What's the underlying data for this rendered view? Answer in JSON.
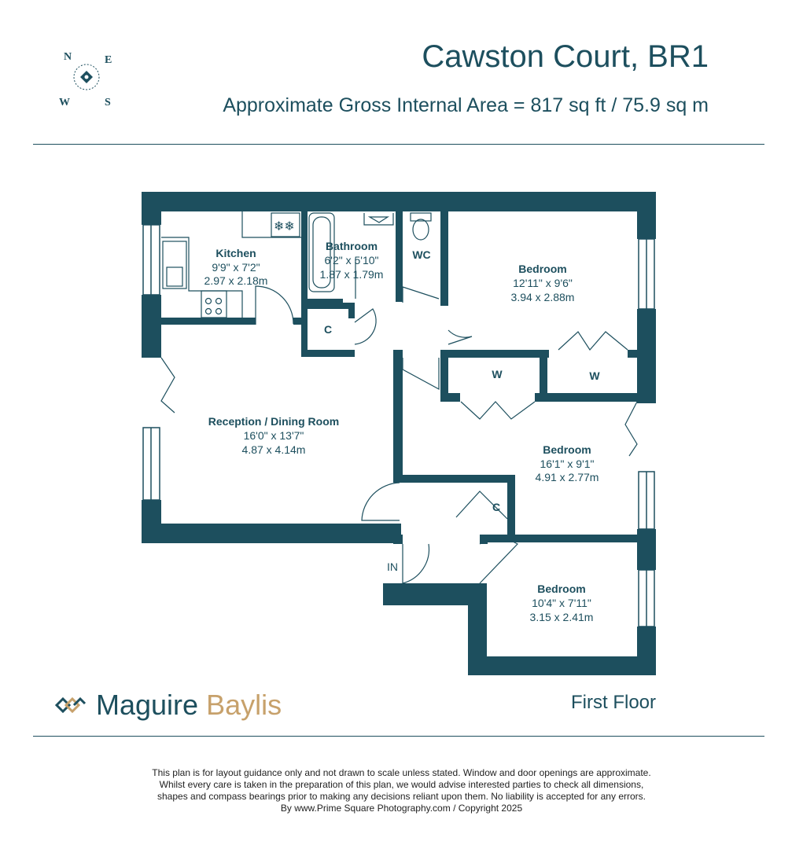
{
  "header": {
    "title": "Cawston Court, BR1",
    "subtitle": "Approximate Gross Internal Area = 817 sq ft / 75.9 sq m"
  },
  "compass": {
    "n": "N",
    "e": "E",
    "s": "S",
    "w": "W"
  },
  "rooms": {
    "kitchen": {
      "name": "Kitchen",
      "imperial": "9'9\" x 7'2\"",
      "metric": "2.97 x 2.18m"
    },
    "bathroom": {
      "name": "Bathroom",
      "imperial": "6'2\" x 5'10\"",
      "metric": "1.87 x 1.79m"
    },
    "wc": {
      "name": "WC"
    },
    "bedroom1": {
      "name": "Bedroom",
      "imperial": "12'11\" x 9'6\"",
      "metric": "3.94 x 2.88m"
    },
    "reception": {
      "name": "Reception / Dining Room",
      "imperial": "16'0\" x 13'7\"",
      "metric": "4.87 x 4.14m"
    },
    "bedroom2": {
      "name": "Bedroom",
      "imperial": "16'1\" x 9'1\"",
      "metric": "4.91 x 2.77m"
    },
    "bedroom3": {
      "name": "Bedroom",
      "imperial": "10'4\" x 7'11\"",
      "metric": "3.15 x 2.41m"
    },
    "cupboard1": {
      "name": "C"
    },
    "cupboard2": {
      "name": "C"
    },
    "wardrobe1": {
      "name": "W"
    },
    "wardrobe2": {
      "name": "W"
    },
    "entrance": {
      "name": "IN"
    }
  },
  "colors": {
    "wall": "#1d4f5e",
    "brand_primary": "#1d4f5e",
    "brand_accent": "#c7a16b"
  },
  "brand": {
    "part1": "Maguire",
    "part2": "Baylis"
  },
  "floor_label": "First Floor",
  "disclaimer": [
    "This plan is for layout guidance only and not drawn to scale unless stated. Window and door openings are approximate.",
    "Whilst every care is taken in the preparation of this plan, we would advise interested parties to check all dimensions,",
    "shapes and compass bearings prior to making any decisions reliant upon them. No liability is accepted for any errors.",
    "By www.Prime Square Photography.com / Copyright 2025"
  ]
}
